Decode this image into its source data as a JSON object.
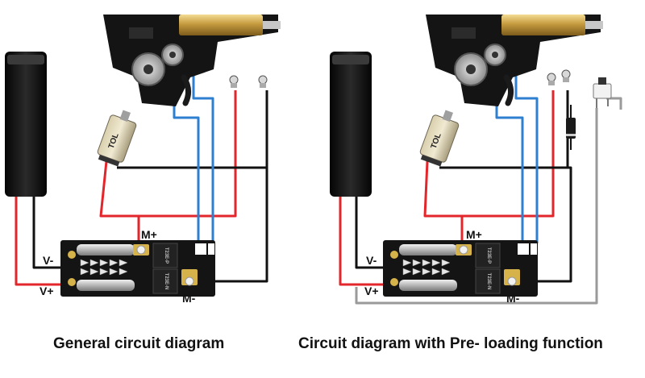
{
  "diagrams": [
    {
      "caption": "General circuit diagram",
      "labels": {
        "m_plus": "M+",
        "m_minus": "M-",
        "v_plus": "V+",
        "v_minus": "V-"
      },
      "motor_text": "TOL",
      "board_text_top": "T23E-P",
      "board_text_bottom": "T23E-N"
    },
    {
      "caption": "Circuit diagram with Pre- loading function",
      "labels": {
        "m_plus": "M+",
        "m_minus": "M-",
        "v_plus": "V+",
        "v_minus": "V-"
      },
      "motor_text": "TOL",
      "board_text_top": "T23E-P",
      "board_text_bottom": "T23E-N"
    }
  ],
  "wire_colors": {
    "positive": "#e3262b",
    "negative": "#111111",
    "signal": "#2f7fd0",
    "preload": "#9a9a9a"
  },
  "component_icons": [
    "battery-icon",
    "gearbox-icon",
    "motor-icon",
    "mosfet-board-icon",
    "trigger-contact-icon",
    "diode-icon",
    "tactile-switch-icon"
  ]
}
